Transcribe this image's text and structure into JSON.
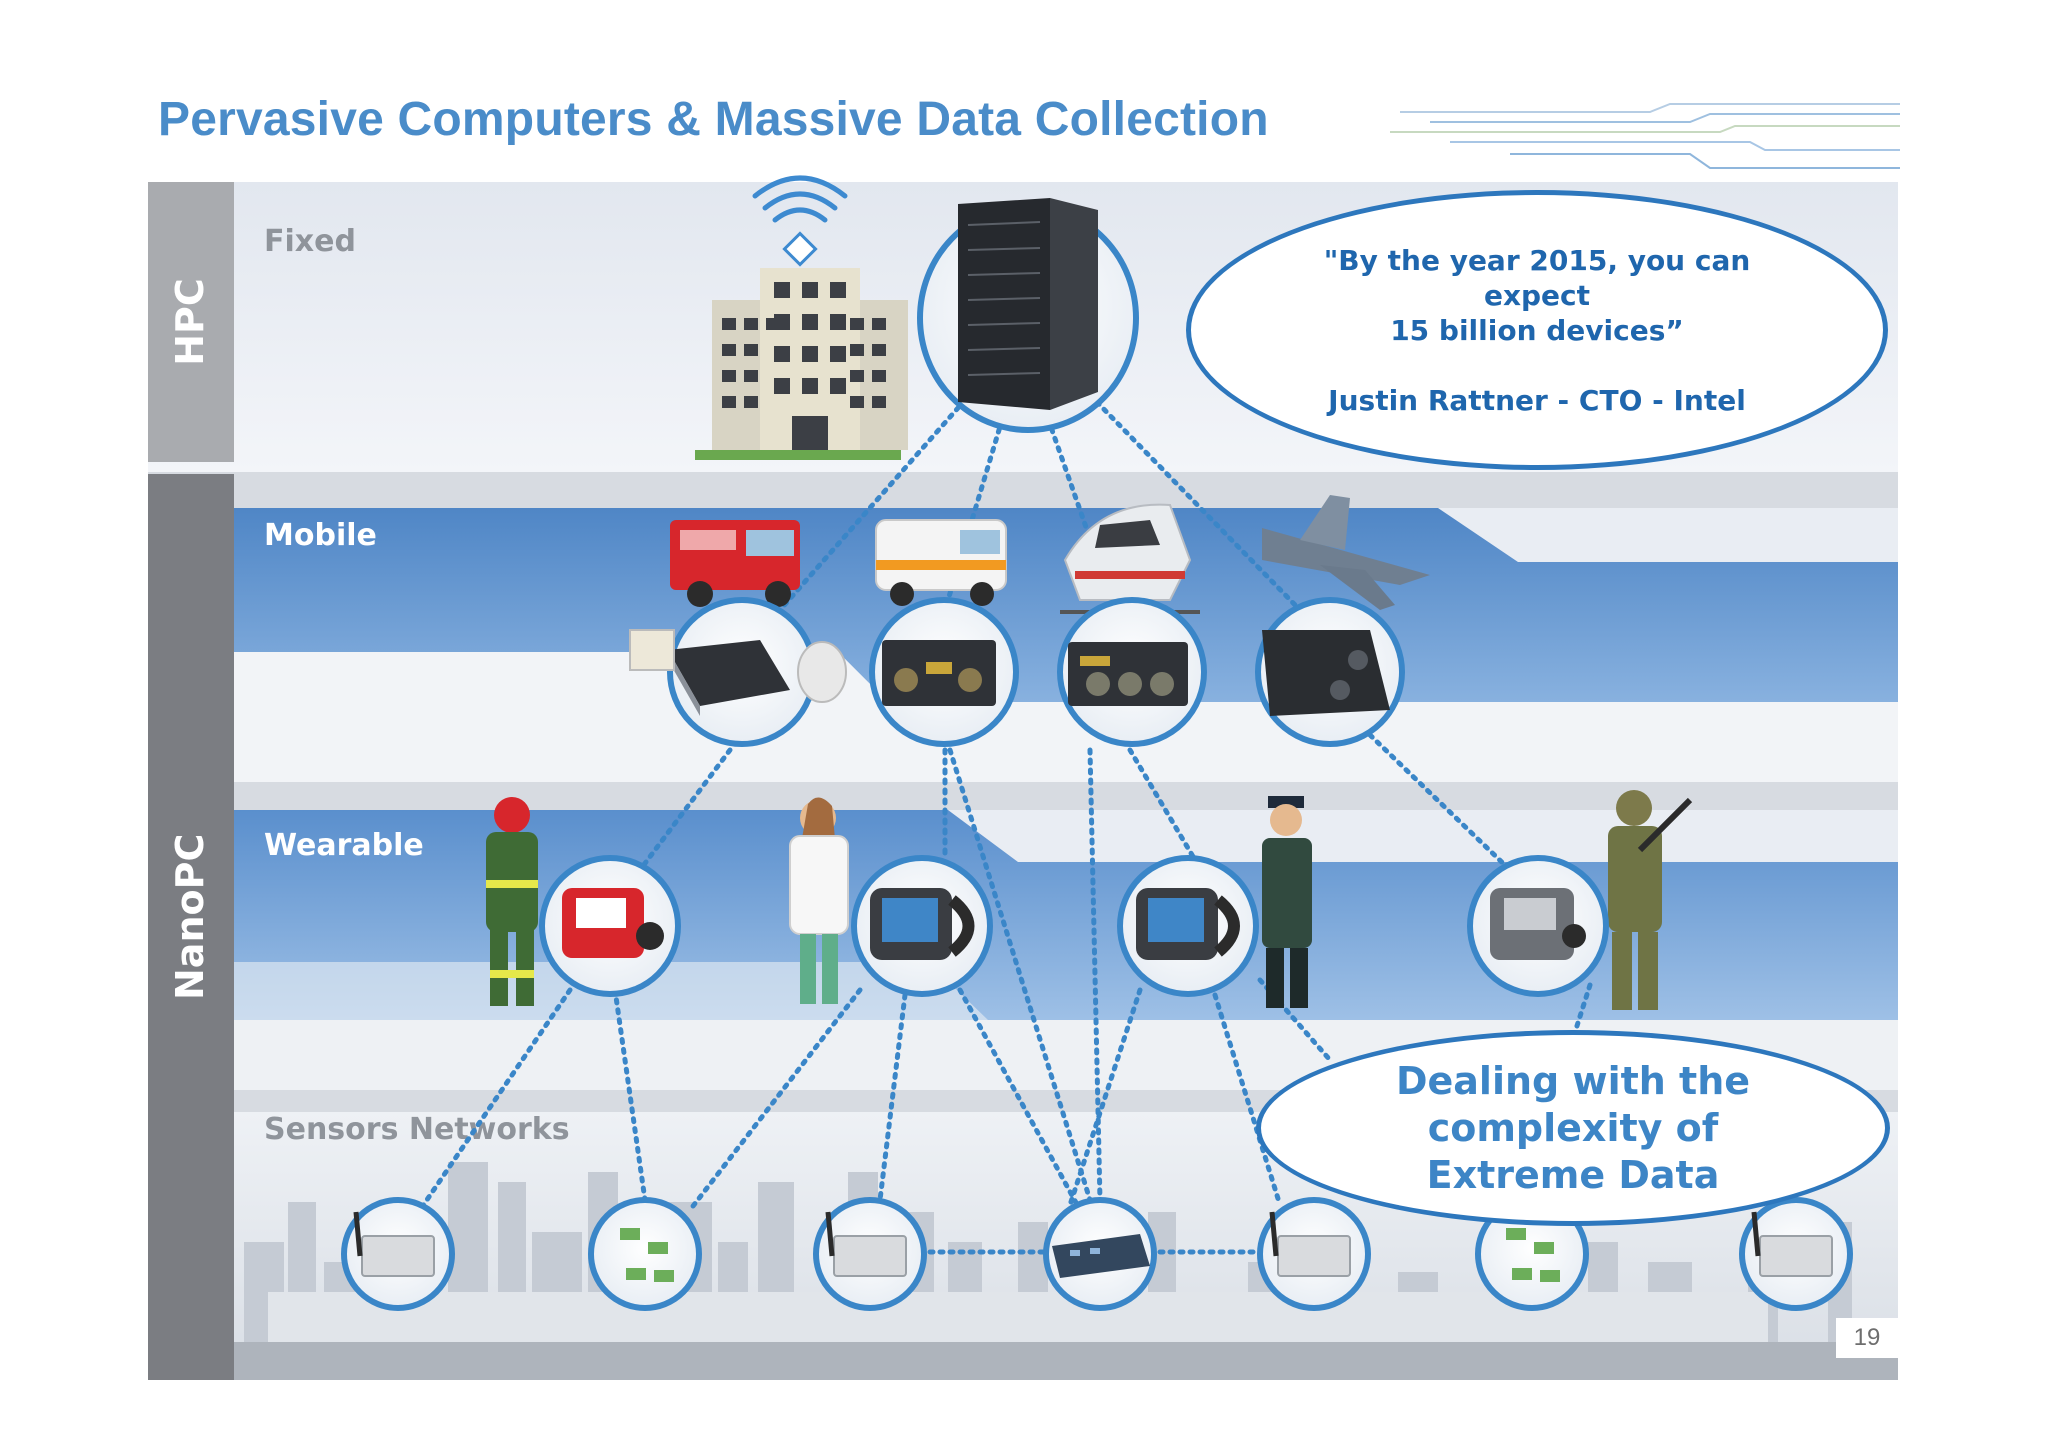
{
  "title": "Pervasive Computers & Massive Data Collection",
  "sidebar": {
    "hpc_label": "HPC",
    "nanopc_label": "NanoPC"
  },
  "tiers": {
    "fixed": "Fixed",
    "mobile": "Mobile",
    "wearable": "Wearable",
    "sensors": "Sensors Networks"
  },
  "quote": {
    "line1": "\"By the year 2015, you can",
    "line2": "expect",
    "line3": "15 billion devices”",
    "attribution": "Justin Rattner - CTO - Intel"
  },
  "callout": {
    "line1": "Dealing with the",
    "line2": "complexity of",
    "line3": "Extreme Data"
  },
  "page_number": "19",
  "colors": {
    "title": "#4a8cc9",
    "band_blue": "#5b8fcb",
    "node_border": "#3a86c8",
    "link_dots": "#3a86c8",
    "quote_text": "#1f66ad"
  },
  "icons": {
    "building": "office-building-icon",
    "wifi": "wifi-signal-icon",
    "server": "server-rack-icon",
    "fire_truck": "fire-truck-icon",
    "ambulance": "ambulance-icon",
    "train": "train-icon",
    "jet": "fighter-jet-icon",
    "mobile_computer": "rugged-computer-icon",
    "wearable": "wearable-device-icon",
    "sensor": "sensor-node-icon",
    "gateway": "gateway-router-icon",
    "firefighter": "firefighter-icon",
    "doctor": "doctor-icon",
    "officer": "officer-icon",
    "soldier": "soldier-icon"
  }
}
